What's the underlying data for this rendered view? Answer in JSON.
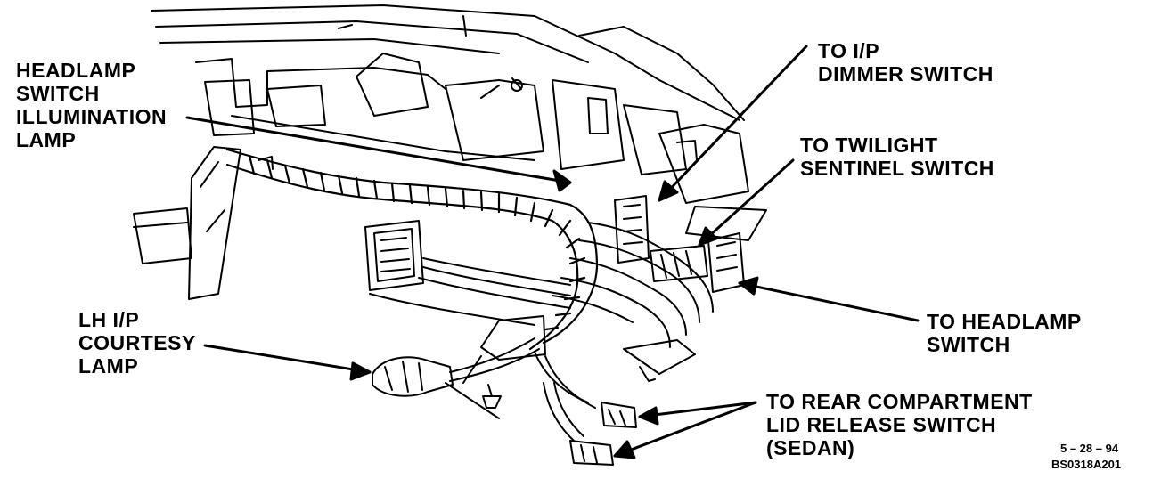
{
  "labels": {
    "headlamp_illum": [
      "HEADLAMP",
      "SWITCH",
      "ILLUMINATION",
      "LAMP"
    ],
    "dimmer": [
      "TO I/P",
      "DIMMER SWITCH"
    ],
    "twilight": [
      "TO TWILIGHT",
      "SENTINEL SWITCH"
    ],
    "headlamp_switch": [
      "TO HEADLAMP",
      "SWITCH"
    ],
    "courtesy": [
      "LH I/P",
      "COURTESY",
      "LAMP"
    ],
    "rear_compartment": [
      "TO REAR COMPARTMENT",
      "LID RELEASE SWITCH",
      "(SEDAN)"
    ]
  },
  "footer": {
    "date": "5 – 28 – 94",
    "code": "BS0318A201"
  }
}
